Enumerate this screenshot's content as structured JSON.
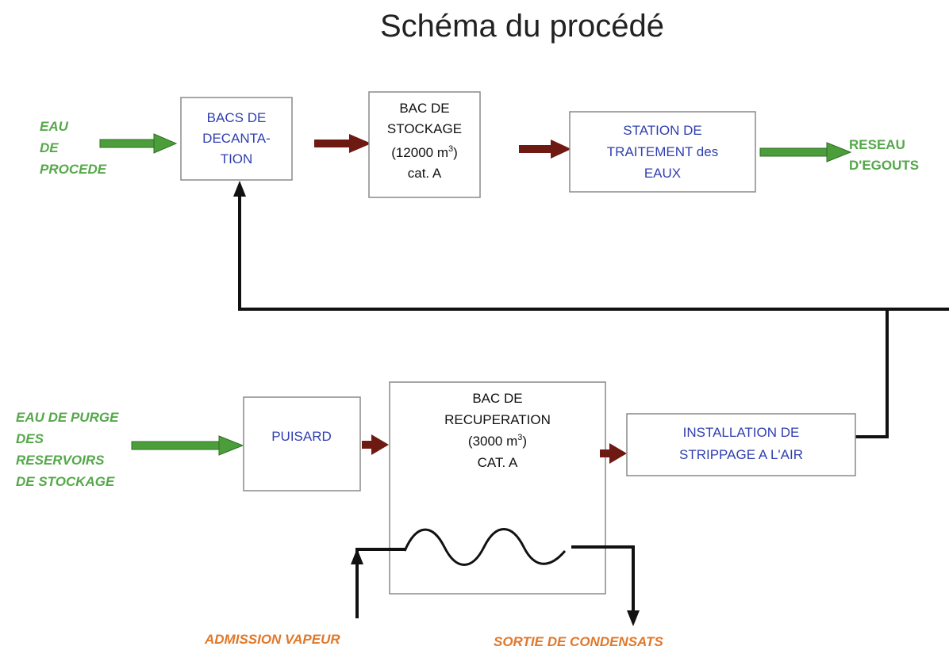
{
  "title": "Schéma du procédé",
  "colors": {
    "green_arrow": "#4b9e3a",
    "red_arrow": "#6e1a12",
    "blue_text": "#2f3fb0",
    "green_text": "#55a84a",
    "orange_text": "#e0782a",
    "line": "#111111"
  },
  "inputs": {
    "eau_procede": [
      "EAU",
      "DE",
      "PROCEDE"
    ],
    "eau_purge": [
      "EAU DE PURGE",
      "DES",
      "RESERVOIRS",
      "DE STOCKAGE"
    ]
  },
  "outputs": {
    "reseau_egouts": [
      "RESEAU",
      "D'EGOUTS"
    ]
  },
  "boxes": {
    "bacs_decantation": [
      "BACS DE",
      "DECANTA-",
      "TION"
    ],
    "bac_stockage": [
      "BAC DE",
      "STOCKAGE",
      "(12000 m",
      "3",
      ")",
      "cat. A"
    ],
    "station_traitement": [
      "STATION DE",
      "TRAITEMENT des",
      "EAUX"
    ],
    "puisard": [
      "PUISARD"
    ],
    "bac_recuperation": [
      "BAC DE",
      "RECUPERATION",
      "(3000 m",
      "3",
      ")",
      "CAT. A"
    ],
    "installation_strippage": [
      "INSTALLATION DE",
      "STRIPPAGE A L'AIR"
    ]
  },
  "steam": {
    "admission": "ADMISSION VAPEUR",
    "sortie": "SORTIE DE CONDENSATS"
  }
}
